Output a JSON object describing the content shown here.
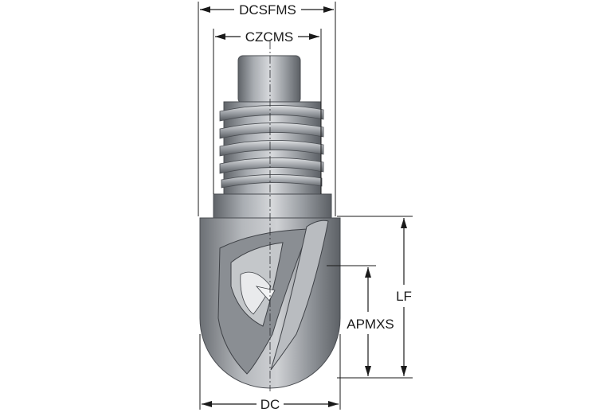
{
  "diagram": {
    "dimensions": {
      "dcsfms": "DCSFMS",
      "czcms": "CZCMS",
      "lf": "LF",
      "apmxs": "APMXS",
      "dc": "DC"
    },
    "colors": {
      "line": "#1a1a1a",
      "metal_dark": "#6f7378",
      "metal_mid": "#9fa3a8",
      "metal_light": "#d9dbde"
    }
  }
}
